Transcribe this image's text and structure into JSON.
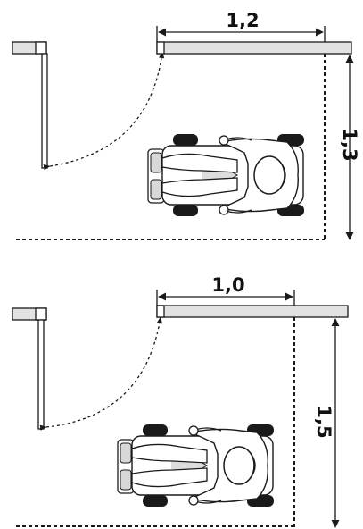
{
  "diagram_top": {
    "width_label": "1,2",
    "depth_label": "1,3"
  },
  "diagram_bottom": {
    "width_label": "1,0",
    "depth_label": "1,5"
  },
  "colors": {
    "line": "#1a1a1a",
    "wall_fill": "#e2e2e2",
    "wheel": "#1a1a1a",
    "chair": "#ffffff"
  }
}
